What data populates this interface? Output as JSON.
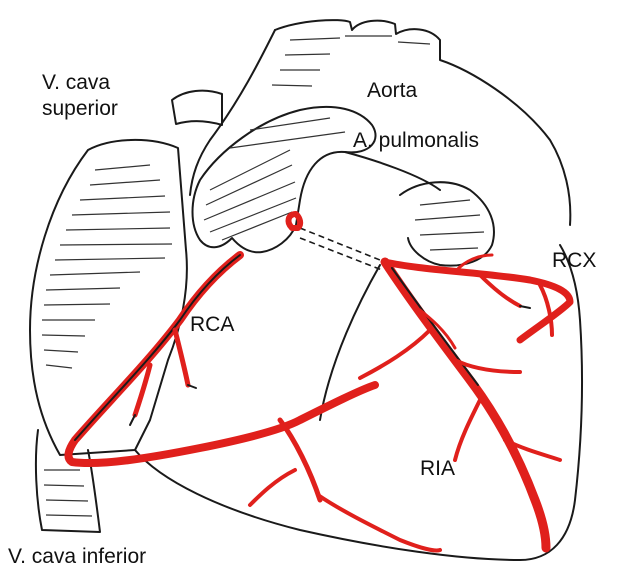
{
  "labels": {
    "vena_cava_superior_line1": "V. cava",
    "vena_cava_superior_line2": "superior",
    "aorta": "Aorta",
    "arteria_pulmonalis": "A. pulmonalis",
    "rcx": "RCX",
    "rca": "RCA",
    "ria": "RIA",
    "vena_cava_inferior": "V. cava inferior"
  },
  "colors": {
    "artery": "#e0201c",
    "outline": "#1a1a1a",
    "background": "#ffffff"
  }
}
